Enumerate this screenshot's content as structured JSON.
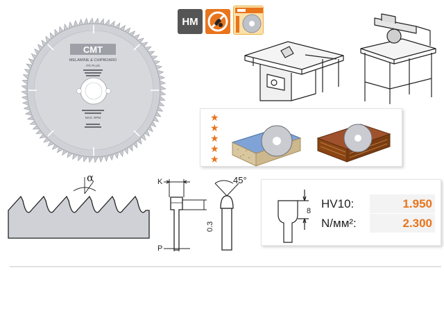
{
  "badge": {
    "label": "HM"
  },
  "blade": {
    "brand": "CMT",
    "text_line1": "MELAMINE & CHIPBOARD",
    "text_line2": "ITK PLUS",
    "text_line3": "MAX. RPM"
  },
  "rating": {
    "stars": 5,
    "max": 5
  },
  "diagram": {
    "angle_label": "α",
    "k_label": "K",
    "p_label": "P",
    "gap_label": "0.3",
    "deg_label": "45°",
    "tooth_height_label": "8"
  },
  "specs": {
    "row1": {
      "label": "HV10:",
      "value": "1.950"
    },
    "row2": {
      "label": "N/мм²:",
      "value": "2.300"
    }
  },
  "colors": {
    "accent": "#e8741c",
    "badge_bg": "#555555",
    "spec_bg": "#f3f3f3",
    "blade_grey": "#c9cbd1",
    "chip_sand": "#d9c7a0",
    "wood_brown": "#8b4513",
    "laminate_blue": "#7fa3d6"
  }
}
